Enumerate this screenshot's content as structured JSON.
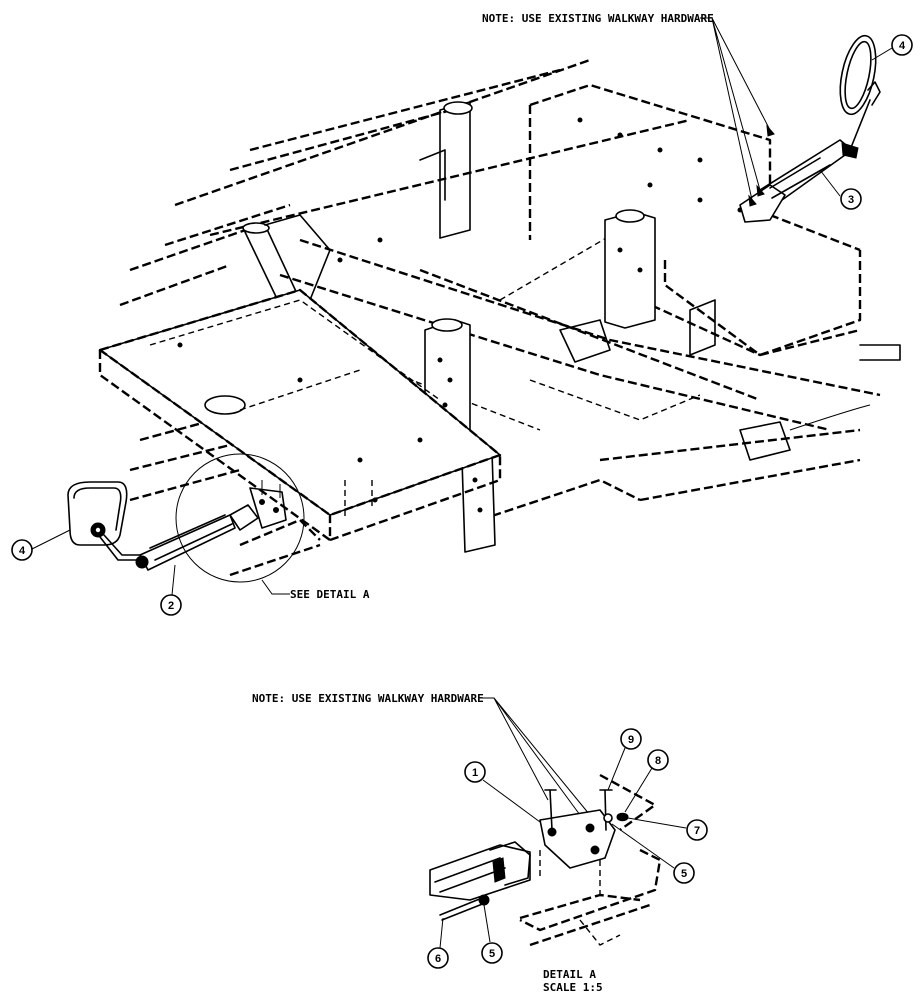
{
  "notes": {
    "top": "NOTE: USE EXISTING WALKWAY HARDWARE",
    "detail": "NOTE: USE EXISTING WALKWAY HARDWARE"
  },
  "see_detail": "SEE DETAIL  A",
  "detail_title": "DETAIL  A",
  "detail_scale": "SCALE  1:5",
  "callouts": {
    "c4_top": "4",
    "c3": "3",
    "c4_left": "4",
    "c2": "2",
    "c1": "1",
    "c9": "9",
    "c8": "8",
    "c7": "7",
    "c5_right": "5",
    "c5_bottom": "5",
    "c6": "6"
  }
}
